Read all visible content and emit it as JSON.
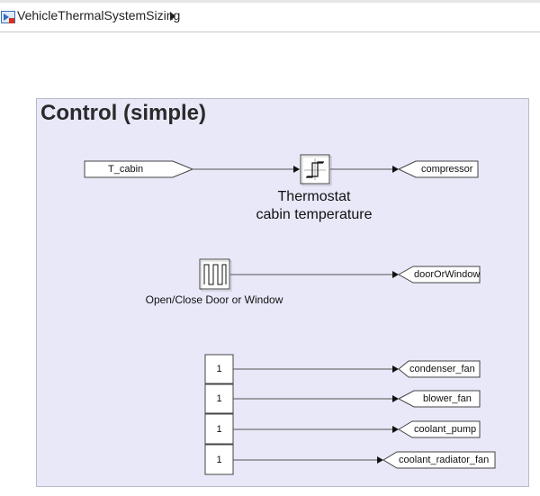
{
  "toolbar": {
    "breadcrumb": "VehicleThermalSystemSizing",
    "icon": "simulink-model-icon"
  },
  "area": {
    "title": "Control (simple)"
  },
  "blocks": {
    "from_tcabin": "T_cabin",
    "thermostat_label_line1": "Thermostat",
    "thermostat_label_line2": "cabin temperature",
    "pulse_label": "Open/Close Door or Window",
    "constants": [
      "1",
      "1",
      "1",
      "1"
    ]
  },
  "gotos": [
    "compressor",
    "doorOrWindow",
    "condenser_fan",
    "blower_fan",
    "coolant_pump",
    "coolant_radiator_fan"
  ],
  "colors": {
    "area_fill": "#e8e8f9",
    "area_border": "#b9b9c9",
    "wire": "#555555"
  }
}
